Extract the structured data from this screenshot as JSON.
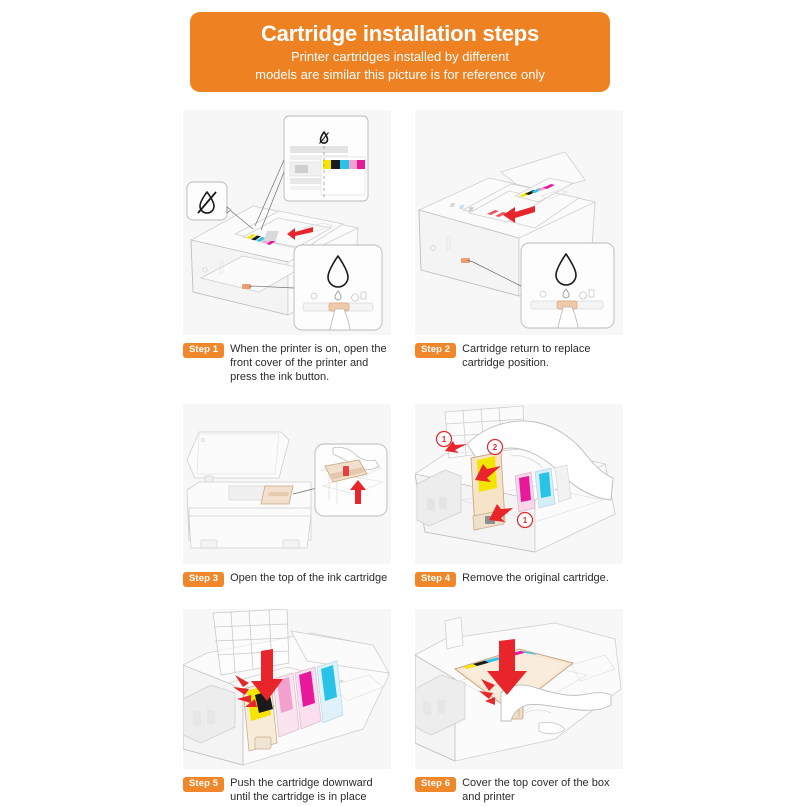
{
  "banner": {
    "title": "Cartridge installation steps",
    "subtitle_line1": "Printer cartridges installed by different",
    "subtitle_line2": "models are similar this picture is for reference only",
    "background_color": "#ee8122",
    "text_color": "#ffffff"
  },
  "theme": {
    "accent_orange": "#f0882b",
    "page_background": "#ffffff",
    "figure_background": "#f7f7f7",
    "caption_text_color": "#2b2b2b",
    "arrow_red": "#e8252b"
  },
  "steps": [
    {
      "badge": "Step 1",
      "text": "When the printer is on, open the front cover of the printer and press the ink button.",
      "figure": {
        "name": "printer-open-front-cover-press-ink-button",
        "callouts": [
          "no-ink-droplet-icon",
          "cartridge-color-strip",
          "ink-droplet-button-panel"
        ],
        "cartridge_colors": [
          "#f5e400",
          "#1a1a1a",
          "#29c3e8",
          "#f2a0cf",
          "#e8189b"
        ],
        "arrow_direction": "left"
      }
    },
    {
      "badge": "Step 2",
      "text": "Cartridge return to replace cartridge position.",
      "figure": {
        "name": "cartridge-returns-to-replace-position",
        "callouts": [
          "ink-droplet-button-panel"
        ],
        "cartridge_colors": [
          "#f5e400",
          "#1a1a1a",
          "#29c3e8",
          "#f2a0cf",
          "#e8189b"
        ],
        "arrow_direction": "left"
      }
    },
    {
      "badge": "Step 3",
      "text": "Open the top of the ink cartridge",
      "figure": {
        "name": "open-top-of-ink-cartridge",
        "callouts": [
          "cartridge-lid-zoom-panel"
        ],
        "arrow_direction": "up"
      }
    },
    {
      "badge": "Step 4",
      "text": "Remove the original cartridge.",
      "figure": {
        "name": "remove-original-cartridge",
        "callouts": [],
        "markers": [
          "1",
          "2",
          "1"
        ],
        "cartridge_colors": [
          "#f5e400",
          "#29c3e8",
          "#e8189b",
          "#f2a0cf"
        ],
        "arrow_direction": "up-left"
      }
    },
    {
      "badge": "Step 5",
      "text": "Push the cartridge downward until the cartridge is in place",
      "figure": {
        "name": "push-cartridge-downward-into-place",
        "callouts": [],
        "cartridge_colors": [
          "#f5e400",
          "#1a1a1a",
          "#f2a0cf",
          "#e8189b",
          "#29c3e8"
        ],
        "arrow_direction": "down"
      }
    },
    {
      "badge": "Step 6",
      "text": "Cover the top cover of the box and printer",
      "figure": {
        "name": "cover-the-top-cover-of-box-and-printer",
        "callouts": [],
        "cartridge_colors": [
          "#f5e400",
          "#1a1a1a",
          "#29c3e8",
          "#f2a0cf",
          "#e8189b",
          "#29c3e8"
        ],
        "arrow_direction": "down"
      }
    }
  ]
}
